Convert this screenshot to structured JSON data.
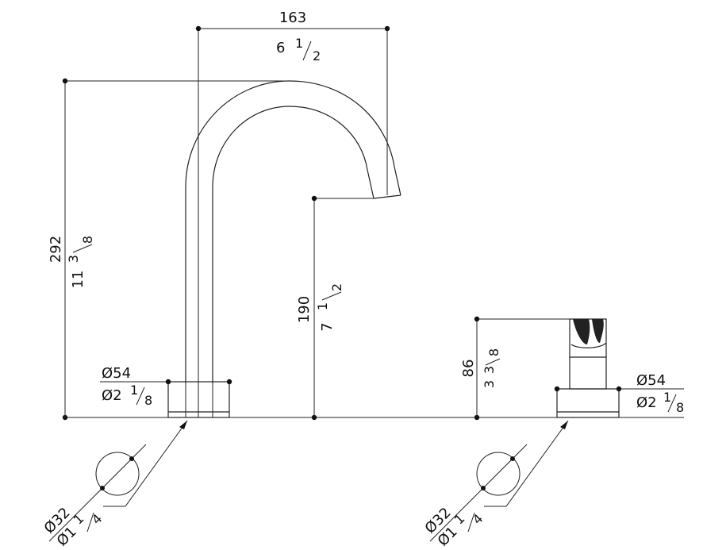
{
  "spout": {
    "width_mm": "163",
    "width_in": "6",
    "width_in_frac": {
      "num": "1",
      "den": "2"
    },
    "height_mm": "292",
    "height_in": "11",
    "height_in_frac": {
      "num": "3",
      "den": "8"
    },
    "outlet_mm": "190",
    "outlet_in": "7",
    "outlet_in_frac": {
      "num": "1",
      "den": "2"
    },
    "base_dia_mm": "Ø54",
    "base_dia_in": "Ø2",
    "base_dia_in_frac": {
      "num": "1",
      "den": "8"
    },
    "hole_dia_mm": "Ø32",
    "hole_dia_in": "Ø1",
    "hole_dia_in_frac": {
      "num": "1",
      "den": "4"
    }
  },
  "handle": {
    "height_mm": "86",
    "height_in": "3",
    "height_in_frac": {
      "num": "3",
      "den": "8"
    },
    "base_dia_mm": "Ø54",
    "base_dia_in": "Ø2",
    "base_dia_in_frac": {
      "num": "1",
      "den": "8"
    },
    "hole_dia_mm": "Ø32",
    "hole_dia_in": "Ø1",
    "hole_dia_in_frac": {
      "num": "1",
      "den": "4"
    }
  }
}
